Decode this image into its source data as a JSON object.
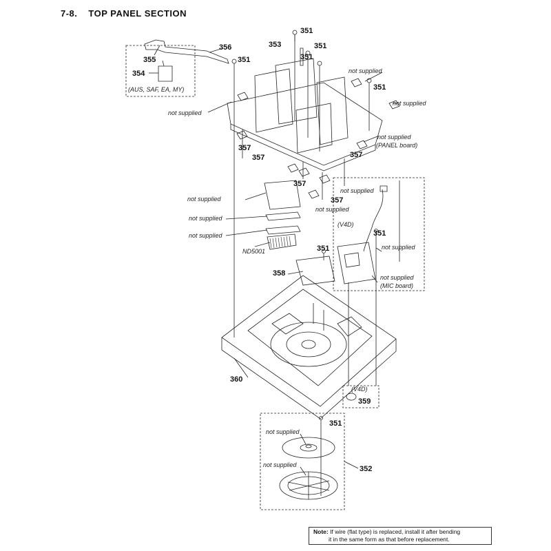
{
  "header": {
    "section_number": "7-8.",
    "section_title": "TOP PANEL SECTION"
  },
  "parts": {
    "p351": "351",
    "p352": "352",
    "p353": "353",
    "p354": "354",
    "p355": "355",
    "p356": "356",
    "p357": "357",
    "p358": "358",
    "p359": "359",
    "p360": "360"
  },
  "labels": {
    "not_supplied": "not supplied",
    "panel_board": "(PANEL board)",
    "mic_board": "(MIC board)",
    "region_variant": "(AUS, SAF, EA, MY)",
    "v4d": "(V4D)",
    "nd5001": "ND5001"
  },
  "note": {
    "prefix": "Note:",
    "line1": "If wire (flat type) is replaced, install it after bending",
    "line2": "it in the same form as that before replacement."
  }
}
